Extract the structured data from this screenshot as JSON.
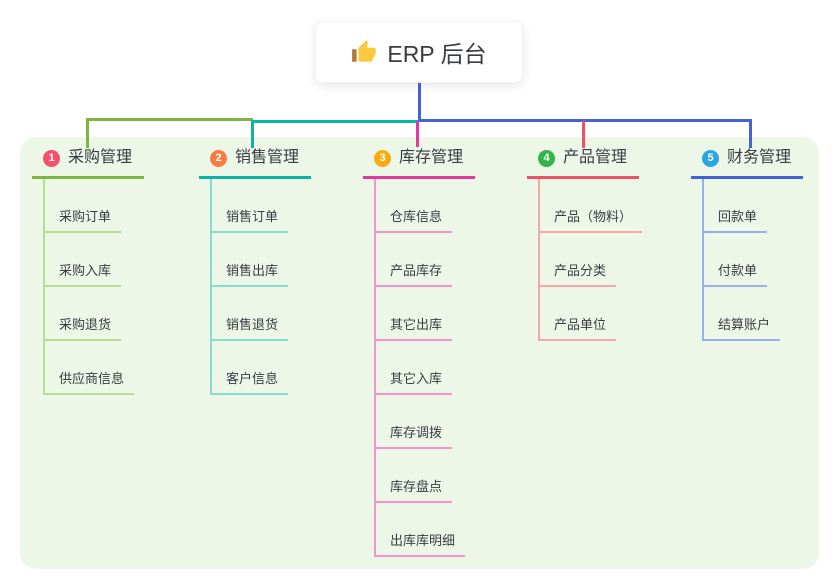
{
  "root": {
    "label": "ERP 后台",
    "icon": "thumbs-up"
  },
  "canvas_bg": "#edf7e8",
  "text_color": "#3a3b43",
  "connector_blue": "#4762d9",
  "branches": [
    {
      "num": "1",
      "title": "采购管理",
      "badge_color": "#f4516c",
      "color": "#7cb63f",
      "light_color": "#b9dc90",
      "children": [
        "采购订单",
        "采购入库",
        "采购退货",
        "供应商信息"
      ]
    },
    {
      "num": "2",
      "title": "销售管理",
      "badge_color": "#f97b41",
      "color": "#0cb3a6",
      "light_color": "#86dccf",
      "children": [
        "销售订单",
        "销售出库",
        "销售退货",
        "客户信息"
      ]
    },
    {
      "num": "3",
      "title": "库存管理",
      "badge_color": "#fbab0f",
      "color": "#e23a9c",
      "light_color": "#f395cd",
      "children": [
        "仓库信息",
        "产品库存",
        "其它出库",
        "其它入库",
        "库存调拨",
        "库存盘点",
        "出库库明细"
      ]
    },
    {
      "num": "4",
      "title": "产品管理",
      "badge_color": "#35b34a",
      "color": "#f0515f",
      "light_color": "#f6a8a8",
      "children": [
        "产品（物料）",
        "产品分类",
        "产品单位"
      ]
    },
    {
      "num": "5",
      "title": "财务管理",
      "badge_color": "#29a6e1",
      "color": "#4161d8",
      "light_color": "#97b0e8",
      "children": [
        "回款单",
        "付款单",
        "结算账户"
      ]
    }
  ]
}
